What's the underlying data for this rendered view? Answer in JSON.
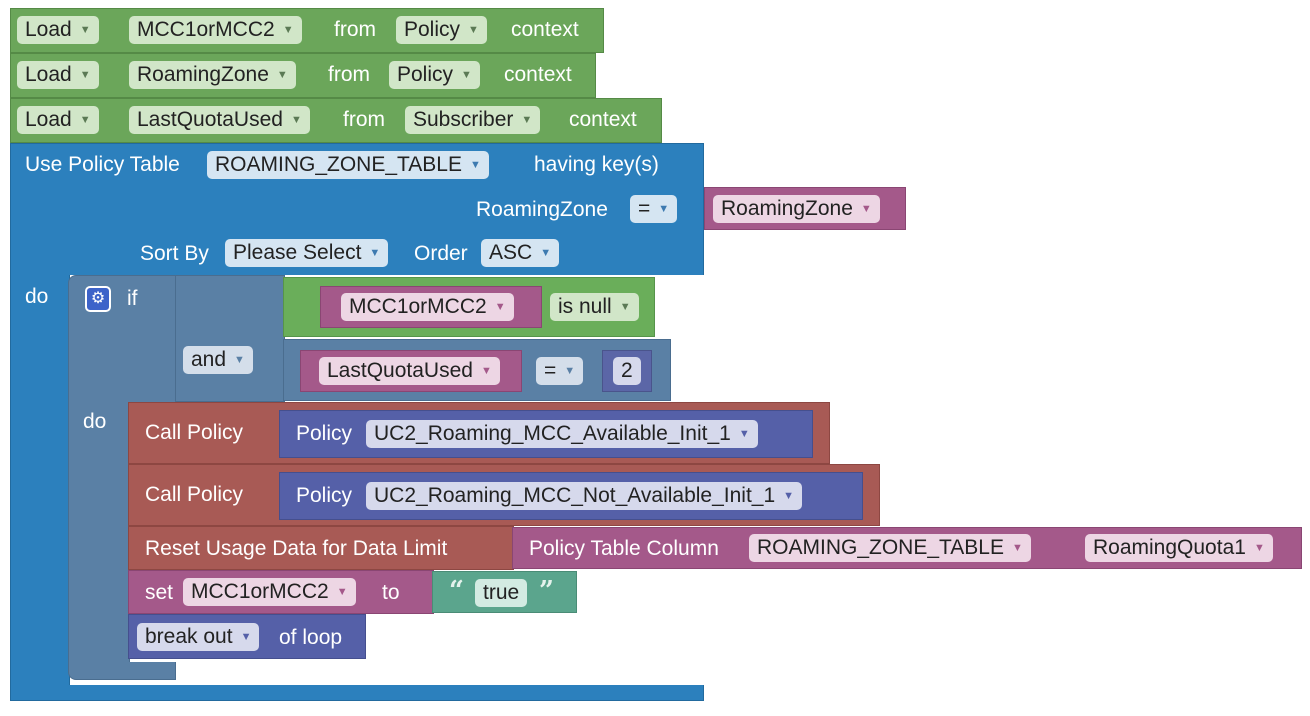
{
  "load_blocks": [
    {
      "load": "Load",
      "var": "MCC1orMCC2",
      "from": "from",
      "ctx": "Policy",
      "context": "context"
    },
    {
      "load": "Load",
      "var": "RoamingZone",
      "from": "from",
      "ctx": "Policy",
      "context": "context"
    },
    {
      "load": "Load",
      "var": "LastQuotaUsed",
      "from": "from",
      "ctx": "Subscriber",
      "context": "context"
    }
  ],
  "policy_table": {
    "label": "Use Policy Table",
    "table": "ROAMING_ZONE_TABLE",
    "having": "having key(s)",
    "key_name": "RoamingZone",
    "operator": "=",
    "key_value": "RoamingZone",
    "sort_label": "Sort By",
    "sort_value": "Please Select",
    "order_label": "Order",
    "order_value": "ASC",
    "do_label": "do"
  },
  "if_block": {
    "if_label": "if",
    "do_label": "do",
    "and_label": "and",
    "cond1_var": "MCC1orMCC2",
    "cond1_op": "is null",
    "cond2_var": "LastQuotaUsed",
    "cond2_op": "=",
    "cond2_value": "2"
  },
  "call_policy_1": {
    "label": "Call Policy",
    "policy_label": "Policy",
    "policy": "UC2_Roaming_MCC_Available_Init_1"
  },
  "call_policy_2": {
    "label": "Call Policy",
    "policy_label": "Policy",
    "policy": "UC2_Roaming_MCC_Not_Available_Init_1"
  },
  "reset_block": {
    "label": "Reset Usage Data for Data Limit",
    "column_label": "Policy Table Column",
    "table": "ROAMING_ZONE_TABLE",
    "column": "RoamingQuota1"
  },
  "set_block": {
    "set": "set",
    "var": "MCC1orMCC2",
    "to": "to",
    "value": "true",
    "open_quote": "“",
    "close_quote": "”"
  },
  "break_block": {
    "value": "break out",
    "suffix": "of loop"
  },
  "icons": {
    "settings": "gear-icon",
    "dropdown": "triangle-down-icon"
  },
  "colors": {
    "load_green": "#6ba65a",
    "table_blue": "#2c80bd",
    "if_slate": "#5a80a5",
    "call_red": "#a85a55",
    "var_pink": "#a4598a",
    "policy_purple": "#5560a8",
    "text_teal": "#5ba58d"
  }
}
